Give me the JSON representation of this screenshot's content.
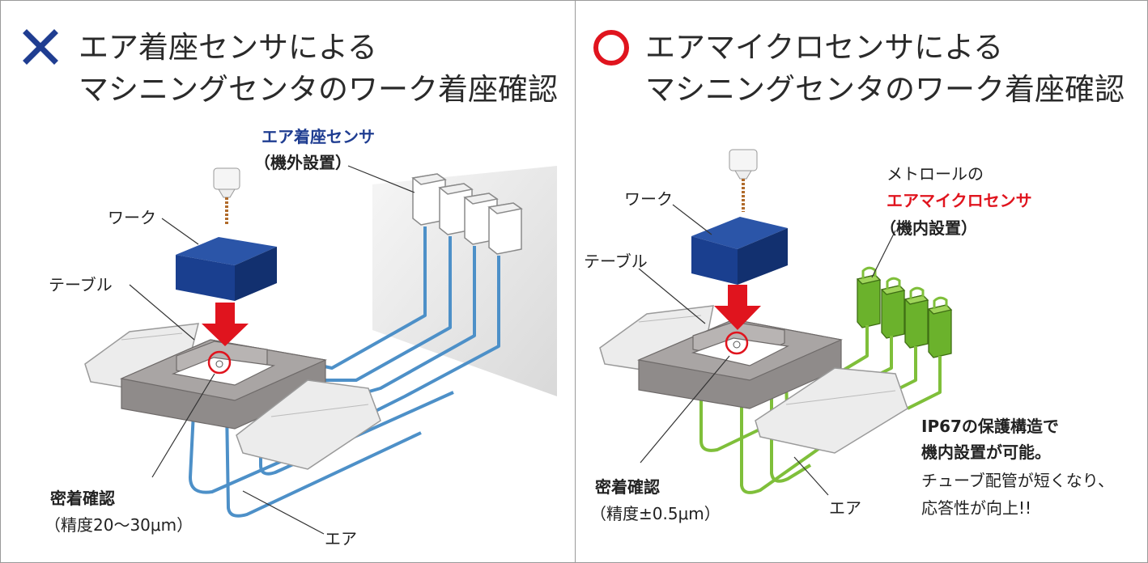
{
  "left": {
    "mark": "×",
    "title_line1": "エア着座センサによる",
    "title_line2": "マシニングセンタのワーク着座確認",
    "sensor_name": "エア着座センサ",
    "sensor_placement": "（機外設置）",
    "work_label": "ワーク",
    "table_label": "テーブル",
    "contact_title": "密着確認",
    "contact_accuracy": "（精度20～30μm）",
    "air_label": "エア"
  },
  "right": {
    "mark": "○",
    "title_line1": "エアマイクロセンサによる",
    "title_line2": "マシニングセンタのワーク着座確認",
    "maker": "メトロールの",
    "sensor_name": "エアマイクロセンサ",
    "sensor_placement": "（機内設置）",
    "work_label": "ワーク",
    "table_label": "テーブル",
    "contact_title": "密着確認",
    "contact_accuracy": "（精度±0.5μm）",
    "air_label": "エア",
    "benefit_line1": "IP67の保護構造で",
    "benefit_line2": "機内設置が可能。",
    "benefit_line3": "チューブ配管が短くなり、",
    "benefit_line4": "応答性が向上!!"
  },
  "colors": {
    "cross_mark": "#1f3d91",
    "circle_mark": "#e0141e",
    "left_tube": "#4d90c8",
    "right_tube": "#7fbf3a",
    "work_block": "#1a3f8f",
    "fixture": "#8f8b8a",
    "arrow": "#e0141e"
  },
  "icons": {
    "cross": "cross-icon",
    "circle": "circle-icon"
  }
}
